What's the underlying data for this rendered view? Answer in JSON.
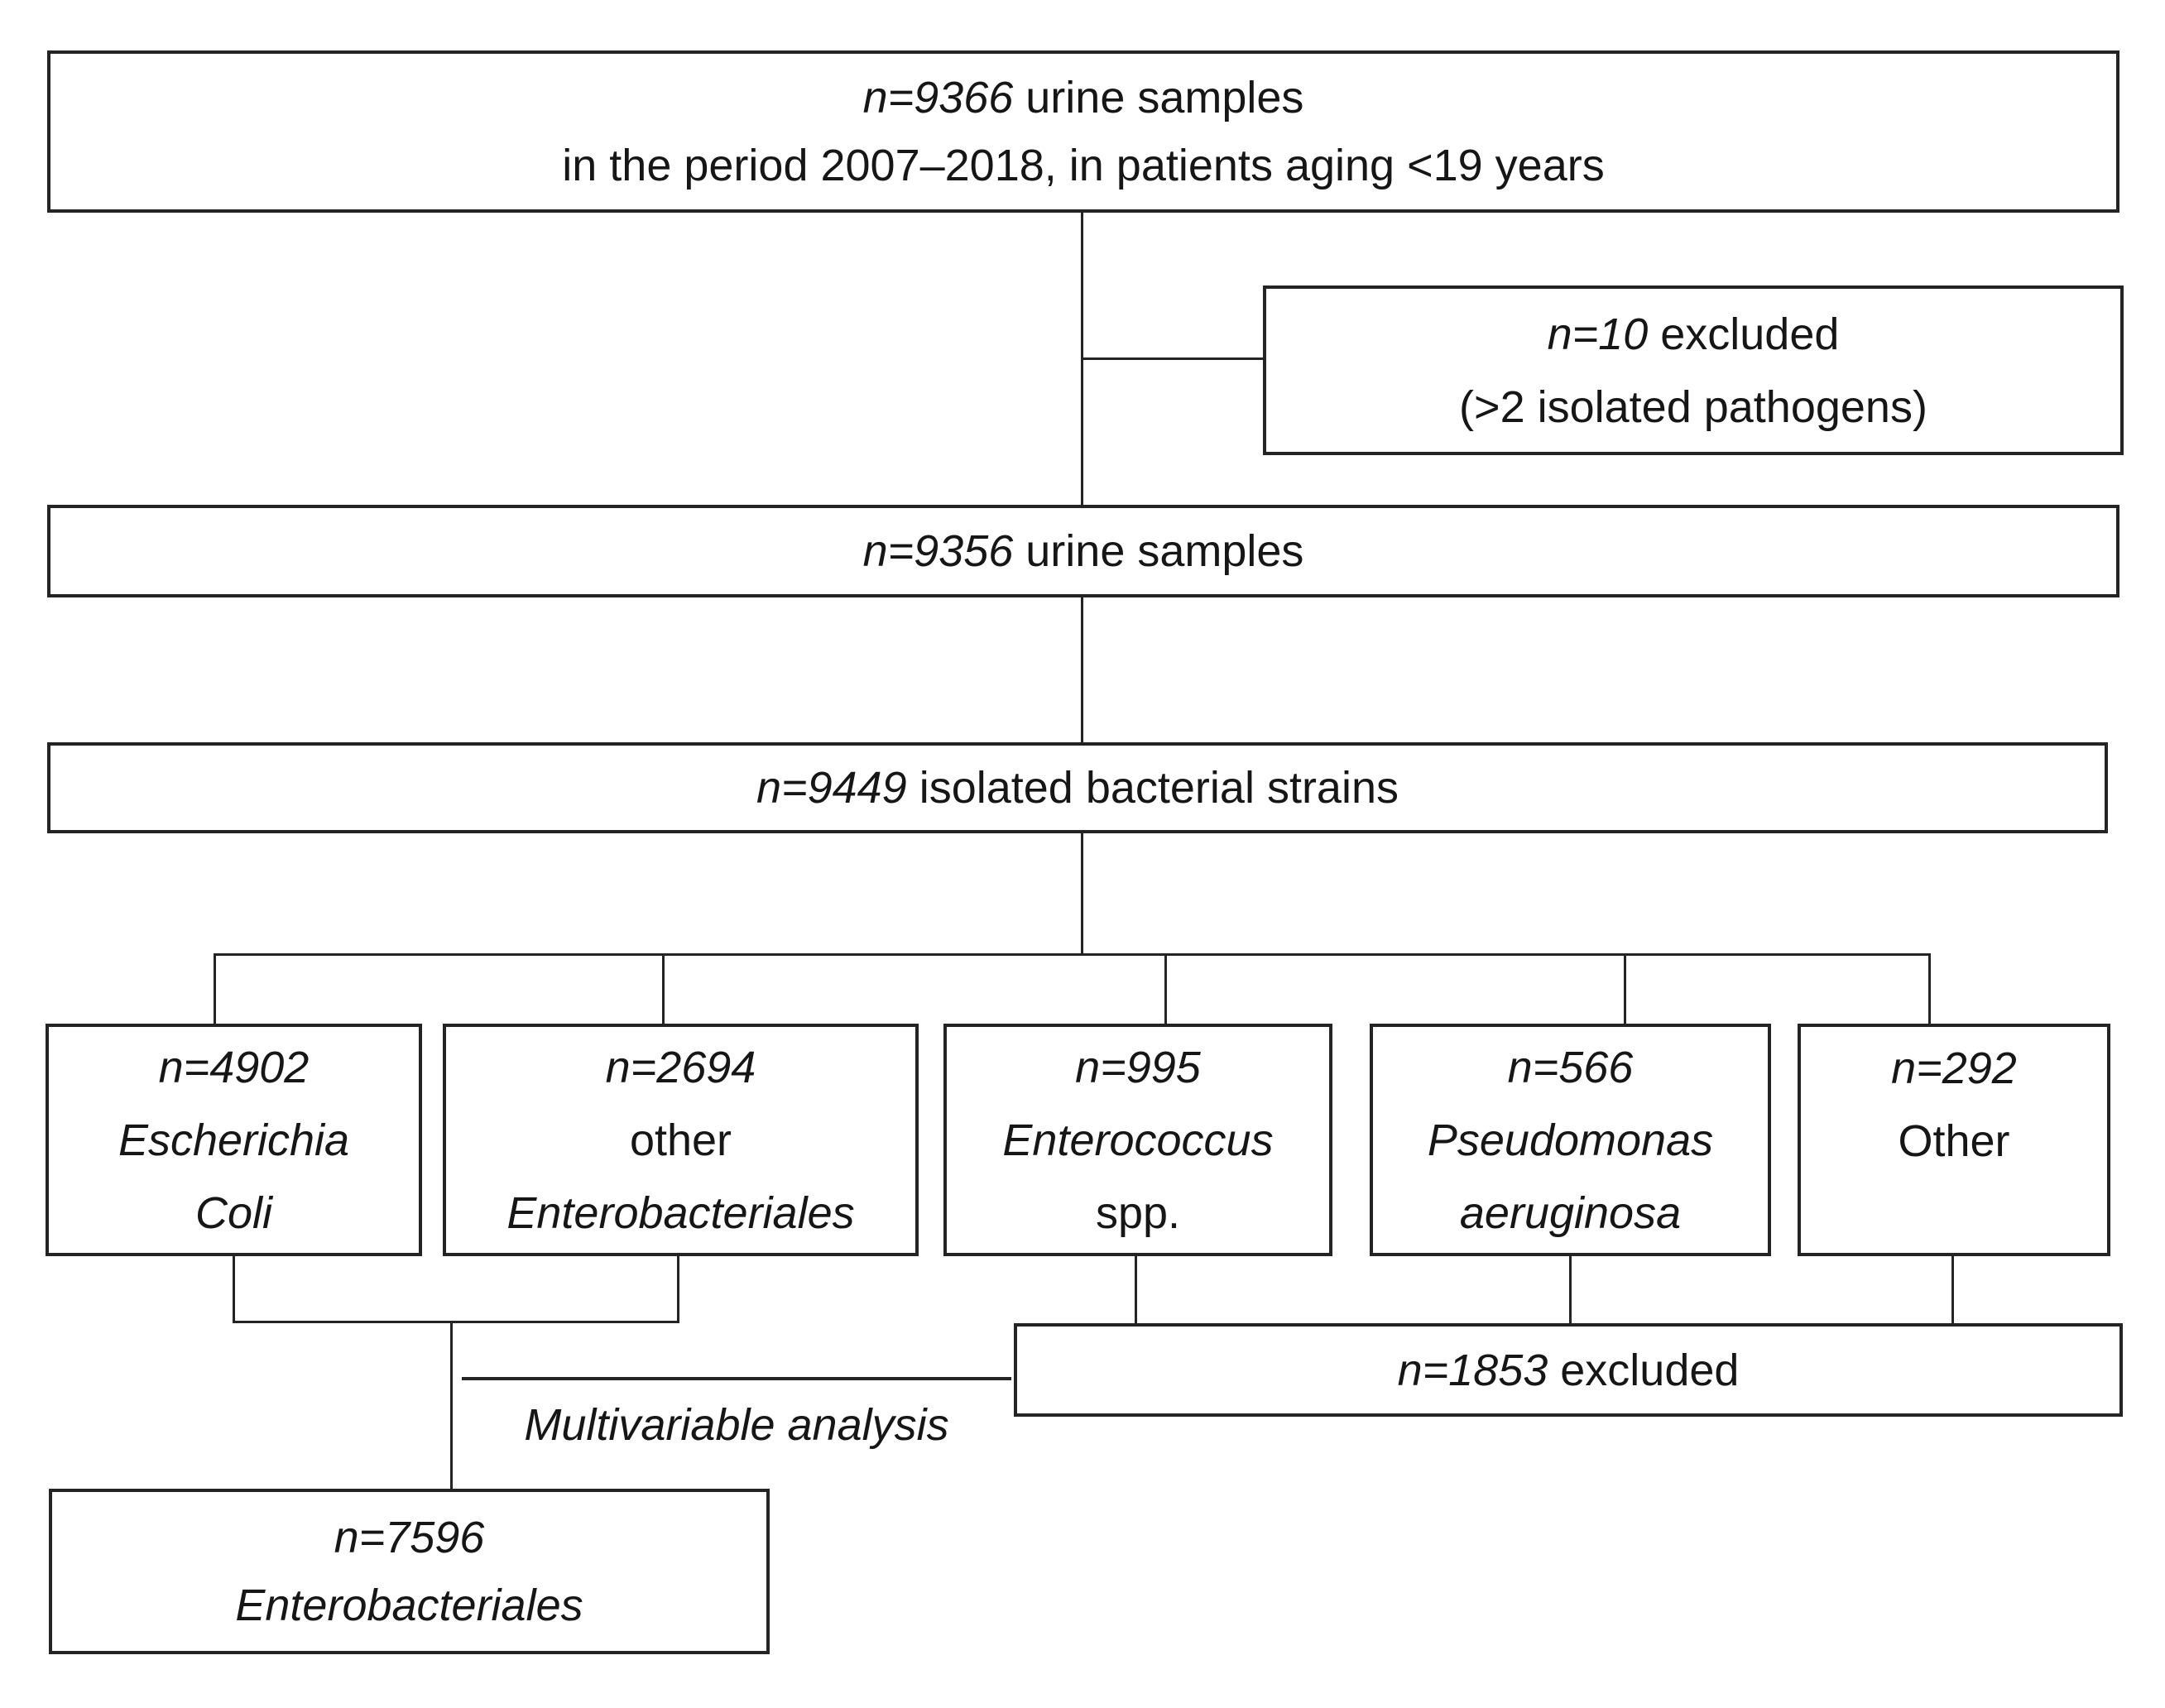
{
  "diagram": {
    "top_box": {
      "n": "n=9366",
      "rest": " urine samples",
      "line2": "in the period 2007–2018, in patients aging <19 years"
    },
    "excluded_top": {
      "n": "n=10",
      "rest": " excluded",
      "line2": "(>2 isolated pathogens)"
    },
    "samples_box": {
      "n": "n=9356",
      "rest": " urine samples"
    },
    "strains_box": {
      "n": "n=9449",
      "rest": " isolated bacterial strains"
    },
    "species_boxes": [
      {
        "n": "n=4902",
        "line2": "Escherichia",
        "line3": "Coli"
      },
      {
        "n": "n=2694",
        "line2": "other",
        "line3": "Enterobacteriales"
      },
      {
        "n": "n=995",
        "line2": "Enterococcus",
        "line3": "spp."
      },
      {
        "n": "n=566",
        "line2": "Pseudomonas",
        "line3": "aeruginosa"
      },
      {
        "n": "n=292",
        "line2": "Other"
      }
    ],
    "excluded_bottom": {
      "n": "n=1853",
      "rest": " excluded"
    },
    "multivariable_label": "Multivariable analysis",
    "final_box": {
      "n": "n=7596",
      "line2": "Enterobacteriales"
    }
  },
  "colors": {
    "line": "#242424",
    "text": "#161616",
    "background": "#ffffff"
  }
}
